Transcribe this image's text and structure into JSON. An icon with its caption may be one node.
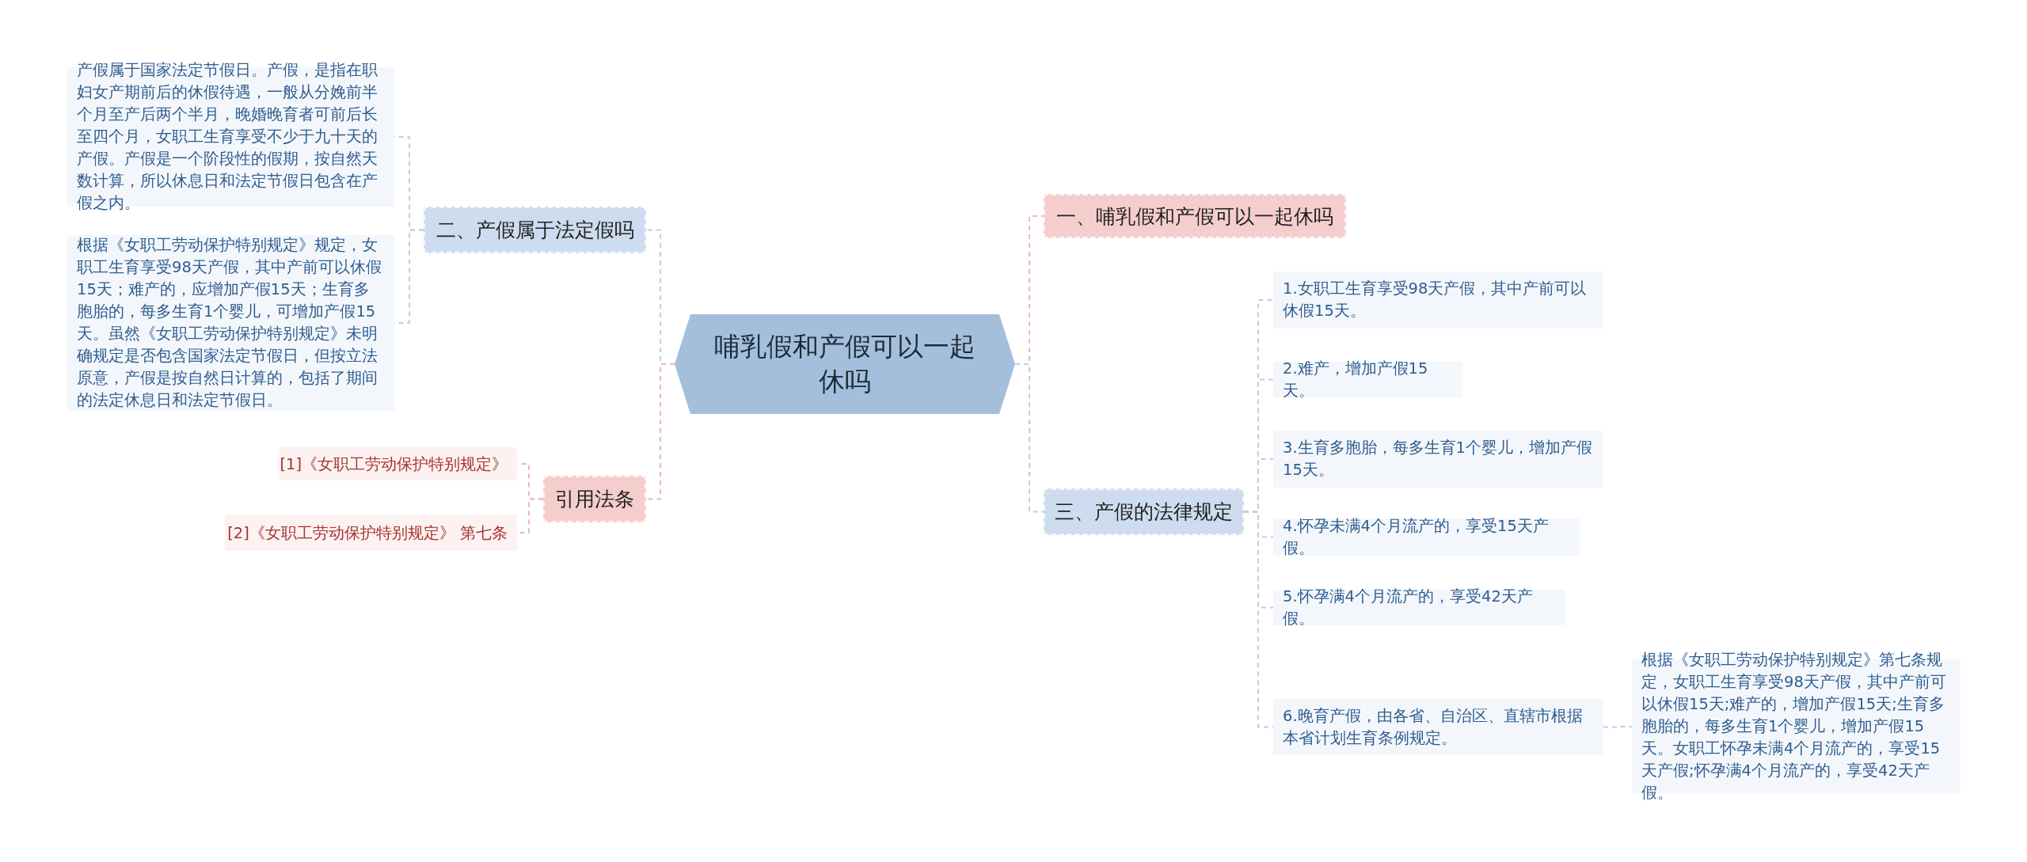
{
  "diagram": {
    "nodes": [
      {
        "text": [
          "哺乳假和产假可以一起休吗"
        ]
      },
      {
        "text": [
          "二、产假属于法定假吗"
        ]
      },
      {
        "text": [
          "产假属于国家法定节假日。产假，是指在职妇女产期前后的休假待遇，一般从分娩前半个月至产后两个半月，晚婚晚育者可前后长至四个月，女职工生育享受不少于九十天的产假。产假是一个阶段性的假期，按自然天数计算，所以休息日和法定节假日包含在产假之内。"
        ]
      },
      {
        "text": [
          "根据《女职工劳动保护特别规定》规定，女职工生育享受98天产假，其中产前可以休假15天；难产的，应增加产假15天；生育多胞胎的，每多生育1个婴儿，可增加产假15天。虽然《女职工劳动保护特别规定》未明确规定是否包含国家法定节假日，但按立法原意，产假是按自然日计算的，包括了期间的法定休息日和法定节假日。"
        ]
      },
      {
        "text": [
          "引用法条"
        ]
      },
      {
        "text": [
          "[1]《女职工劳动保护特别规定》"
        ]
      },
      {
        "text": [
          "[2]《女职工劳动保护特别规定》 第七条"
        ]
      },
      {
        "text": [
          "一、哺乳假和产假可以一起休吗"
        ]
      },
      {
        "text": [
          "三、产假的法律规定"
        ]
      },
      {
        "text": [
          "1.女职工生育享受98天产假，其中产前可以休假15天。"
        ]
      },
      {
        "text": [
          "2.难产，增加产假15天。"
        ]
      },
      {
        "text": [
          "3.生育多胞胎，每多生育1个婴儿，增加产假15天。"
        ]
      },
      {
        "text": [
          "4.怀孕未满4个月流产的，享受15天产假。"
        ]
      },
      {
        "text": [
          "5.怀孕满4个月流产的，享受42天产假。"
        ]
      },
      {
        "text": [
          "6.晚育产假，由各省、自治区、直辖市根据本省计划生育条例规定。"
        ]
      },
      {
        "text": [
          "根据《女职工劳动保护特别规定》第七条规定，女职工生育享受98天产假，其中产前可以休假15天;难产的，增加产假15天;生育多胞胎的，每多生育1个婴儿，增加产假15天。女职工怀孕未满4个月流产的，享受15天产假;怀孕满4个月流产的，享受42天产假。"
        ]
      }
    ],
    "edges": [
      {
        "from": 0,
        "to": 1,
        "arrow": "none"
      },
      {
        "from": 1,
        "to": 2,
        "arrow": "none"
      },
      {
        "from": 1,
        "to": 3,
        "arrow": "none"
      },
      {
        "from": 0,
        "to": 4,
        "arrow": "none",
        "color": "#eab8b8"
      },
      {
        "from": 4,
        "to": 5,
        "arrow": "none",
        "color": "#eab8b8"
      },
      {
        "from": 4,
        "to": 6,
        "arrow": "none",
        "color": "#eab8b8"
      },
      {
        "from": 0,
        "to": 7,
        "arrow": "none",
        "color": "#eab8b8"
      },
      {
        "from": 0,
        "to": 8,
        "arrow": "none"
      },
      {
        "from": 8,
        "to": 9,
        "arrow": "none"
      },
      {
        "from": 8,
        "to": 10,
        "arrow": "none"
      },
      {
        "from": 8,
        "to": 11,
        "arrow": "none"
      },
      {
        "from": 8,
        "to": 12,
        "arrow": "none"
      },
      {
        "from": 8,
        "to": 13,
        "arrow": "none"
      },
      {
        "from": 8,
        "to": 14,
        "arrow": "none"
      },
      {
        "from": 14,
        "to": 15,
        "arrow": "none"
      }
    ]
  }
}
